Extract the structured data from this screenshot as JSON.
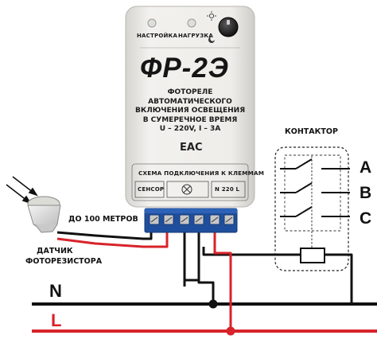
{
  "device": {
    "led_left_label": "НАСТРОЙКА",
    "led_right_label": "НАГРУЗКА",
    "title": "ФР-2Э",
    "description": [
      "ФОТОРЕЛЕ",
      "АВТОМАТИЧЕСКОГО",
      "ВКЛЮЧЕНИЯ ОСВЕЩЕНИЯ",
      "В СУМЕРЕЧНОЕ ВРЕМЯ",
      "U – 220V, I – 3A"
    ],
    "cert_mark": "EAC",
    "terminal_scheme_label": "СХЕМА ПОДКЛЮЧЕНИЯ К КЛЕММАМ",
    "terminal_sensor_label": "СЕНСОР",
    "terminal_power_label": "N 220 L"
  },
  "sensor": {
    "cable_label": "ДО 100 МЕТРОВ",
    "label_line1": "ДАТЧИК",
    "label_line2": "ФОТОРЕЗИСТОРА"
  },
  "contactor": {
    "label": "КОНТАКТОР",
    "phases": [
      "A",
      "B",
      "C"
    ]
  },
  "rails": {
    "neutral": "N",
    "line": "L"
  },
  "colors": {
    "body": "#eceae6",
    "neutral_wire": "#111111",
    "line_wire": "#d8232a",
    "line_label": "#d8232a",
    "terminal_block": "#1f4f9c",
    "sensor_led": "#dde0d6"
  }
}
